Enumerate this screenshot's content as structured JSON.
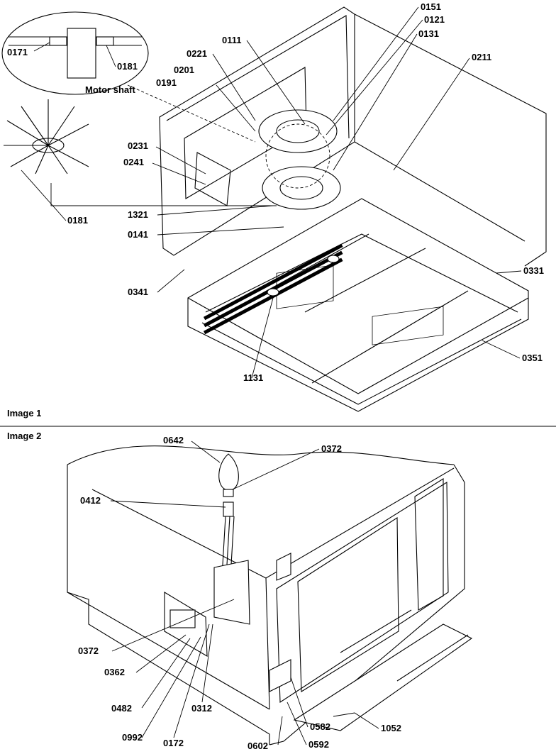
{
  "image1": {
    "title": "Image 1",
    "inset_label": "Motor shaft",
    "parts": [
      "0151",
      "0121",
      "0111",
      "0131",
      "0221",
      "0211",
      "0201",
      "0191",
      "0231",
      "0241",
      "1321",
      "0141",
      "0341",
      "0331",
      "0351",
      "1131",
      "0171",
      "0181",
      "0181"
    ]
  },
  "image2": {
    "title": "Image 2",
    "parts": [
      "0642",
      "0372",
      "0412",
      "0372",
      "0362",
      "0482",
      "0312",
      "0992",
      "0172",
      "0582",
      "1052",
      "0602",
      "0592"
    ]
  }
}
